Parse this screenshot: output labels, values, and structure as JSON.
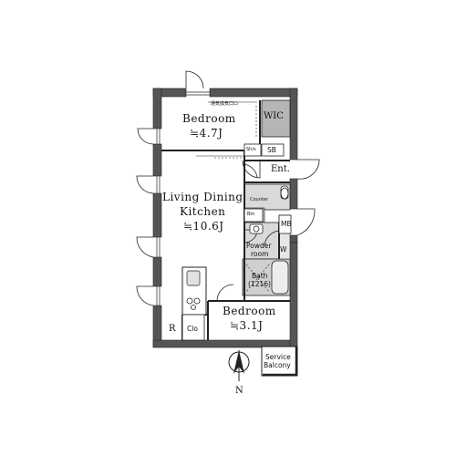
{
  "rooms": {
    "bedroom1": {
      "name": "Bedroom",
      "area": "≒4.7J"
    },
    "ldk": {
      "name_line1": "Living Dining",
      "name_line2": "Kitchen",
      "area": "≒10.6J"
    },
    "bedroom2": {
      "name": "Bedroom",
      "area": "≒3.1J"
    },
    "wic": "WIC",
    "sb": "SB",
    "shoes": "Sh/s",
    "entrance": "Ent.",
    "counter": "Counter",
    "bm": "Bm",
    "mb": "MB",
    "powder": {
      "line1": "Powder",
      "line2": "room"
    },
    "w": "W",
    "bath": {
      "line1": "Bath",
      "line2": "(1216)"
    },
    "refrigerator": "R",
    "closet": "Clo",
    "service_balcony": {
      "line1": "Service",
      "line2": "Balcony"
    },
    "vent_note": "通気換気口ロ"
  },
  "compass": {
    "label": "N"
  },
  "colors": {
    "wall": "#555555",
    "wall_edge": "#222222",
    "wet_floor": "#d9d9d9",
    "wic_fill": "#b5b5b5",
    "wet_dark": "#c4c4c4"
  }
}
